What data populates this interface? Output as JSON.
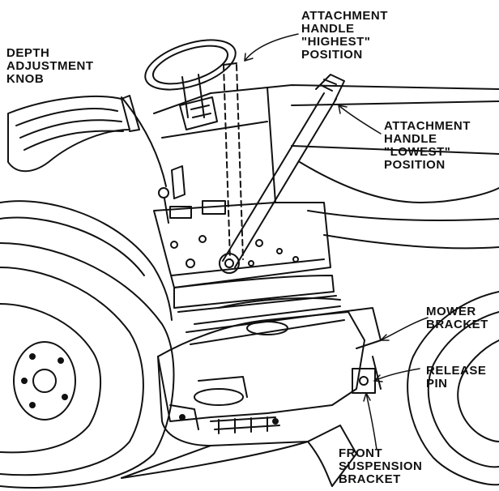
{
  "labels": {
    "depth_adjustment_knob": [
      "DEPTH",
      "ADJUSTMENT",
      "KNOB"
    ],
    "attachment_handle_highest": [
      "ATTACHMENT",
      "HANDLE",
      "\"HIGHEST\"",
      "POSITION"
    ],
    "attachment_handle_lowest": [
      "ATTACHMENT",
      "HANDLE",
      "\"LOWEST\"",
      "POSITION"
    ],
    "mower_bracket": [
      "MOWER",
      "BRACKET"
    ],
    "release_pin": [
      "RELEASE",
      "PIN"
    ],
    "front_suspension_bracket": [
      "FRONT",
      "SUSPENSION",
      "BRACKET"
    ]
  }
}
